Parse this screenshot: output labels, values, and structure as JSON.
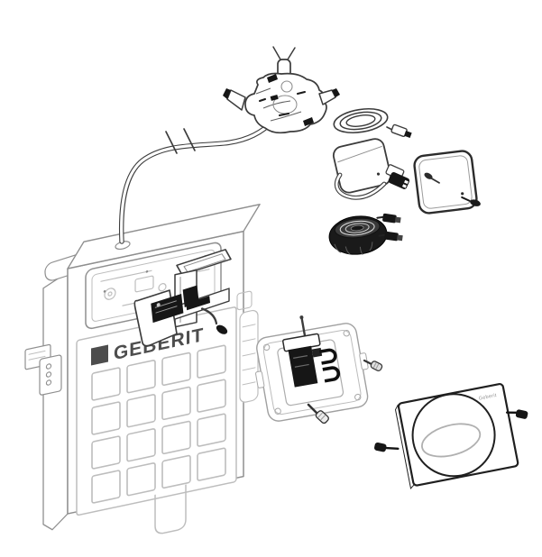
{
  "diagram": {
    "brand_logo": "GEBERIT",
    "plate_brand_mark": "Geberit",
    "colors": {
      "paper": "#ffffff",
      "line_main": "#3c3c3c",
      "line_faint": "#bdbdbd",
      "fill_dark": "#161616",
      "logo_gray": "#4d4d4d"
    },
    "parts": [
      "concealed-cistern",
      "lifting-motor-unit",
      "power-supply-with-coiled-cable",
      "protective-cover-plate",
      "connection-cable-coil",
      "mounting-frame-with-servo",
      "actuator-plate-oval-button",
      "fixing-screws"
    ]
  }
}
